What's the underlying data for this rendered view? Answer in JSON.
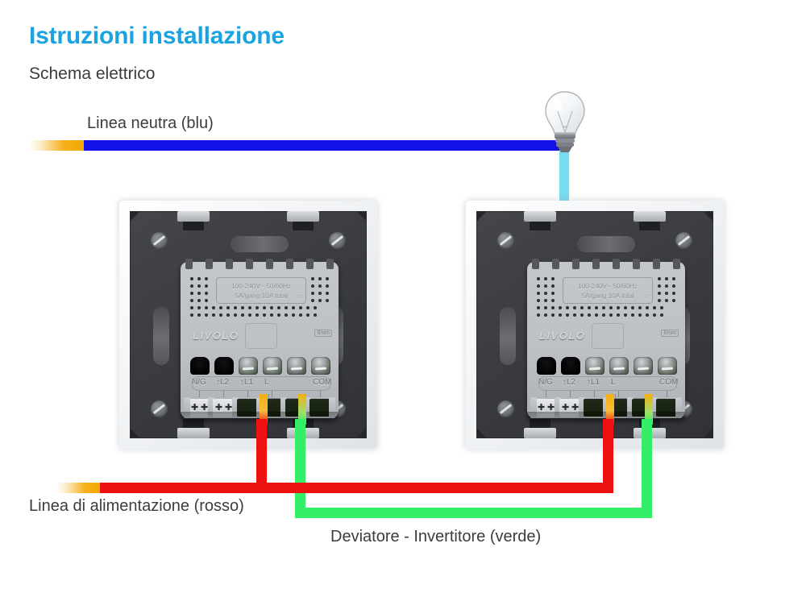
{
  "header": {
    "title": "Istruzioni installazione",
    "subtitle": "Schema elettrico",
    "title_color": "#1aa3e0",
    "subtitle_color": "#3c3c3c"
  },
  "wires": {
    "neutral": {
      "label": "Linea neutra (blu)",
      "color": "#1410e8",
      "tip_color": "#f5ad12"
    },
    "live": {
      "label": "Linea di alimentazione (rosso)",
      "color": "#ee1111",
      "tip_color": "#f5ad12"
    },
    "traveller": {
      "label": "Deviatore - Invertitore (verde)",
      "color": "#33ee66",
      "tip_color": "#f5ad12"
    },
    "lamp": {
      "label": "",
      "color": "#77dcf0",
      "tip_color": "#f5ad12"
    }
  },
  "bulb": {
    "name": "light-bulb"
  },
  "switches": [
    {
      "id": "left",
      "brand": "LIVOLO",
      "rating_line1": "100-240V~  50/60Hz",
      "rating_line2": "5A/gang 10A total",
      "strip_length": "6mm",
      "terminals": [
        {
          "label": "N/G",
          "type": "hole",
          "wire": "none"
        },
        {
          "label": "↑L2",
          "type": "hole",
          "wire": "none"
        },
        {
          "label": "↑L1",
          "type": "screw",
          "wire": "none"
        },
        {
          "label": "L",
          "type": "screw",
          "wire": "live"
        },
        {
          "label": "",
          "type": "screw",
          "wire": "none"
        },
        {
          "label": "COM",
          "type": "screw",
          "wire": "traveller"
        }
      ]
    },
    {
      "id": "right",
      "brand": "LIVOLO",
      "rating_line1": "100-240V~  50/60Hz",
      "rating_line2": "5A/gang 10A total",
      "strip_length": "6mm",
      "terminals": [
        {
          "label": "N/G",
          "type": "hole",
          "wire": "none"
        },
        {
          "label": "↑L2",
          "type": "hole",
          "wire": "none"
        },
        {
          "label": "↑L1",
          "type": "screw",
          "wire": "none"
        },
        {
          "label": "L",
          "type": "screw",
          "wire": "live"
        },
        {
          "label": "",
          "type": "screw",
          "wire": "none"
        },
        {
          "label": "COM",
          "type": "screw",
          "wire": "traveller"
        }
      ]
    }
  ]
}
